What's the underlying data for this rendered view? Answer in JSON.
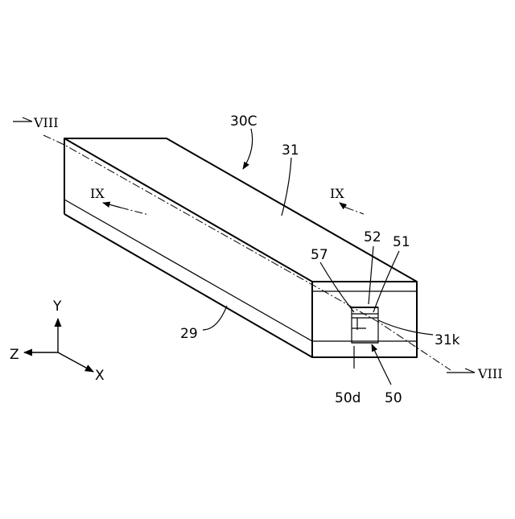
{
  "labels": {
    "body_ref": "30C",
    "top_face_ref": "31",
    "bottom_layer_ref": "29",
    "ref_57": "57",
    "ref_52": "52",
    "ref_51": "51",
    "ref_31k": "31k",
    "ref_50d": "50d",
    "ref_50": "50"
  },
  "section_marks": {
    "viii_left": "VIII",
    "viii_right": "VIII",
    "ix_left": "IX",
    "ix_right": "IX"
  },
  "axes": {
    "y": "Y",
    "z": "Z",
    "x": "X"
  }
}
